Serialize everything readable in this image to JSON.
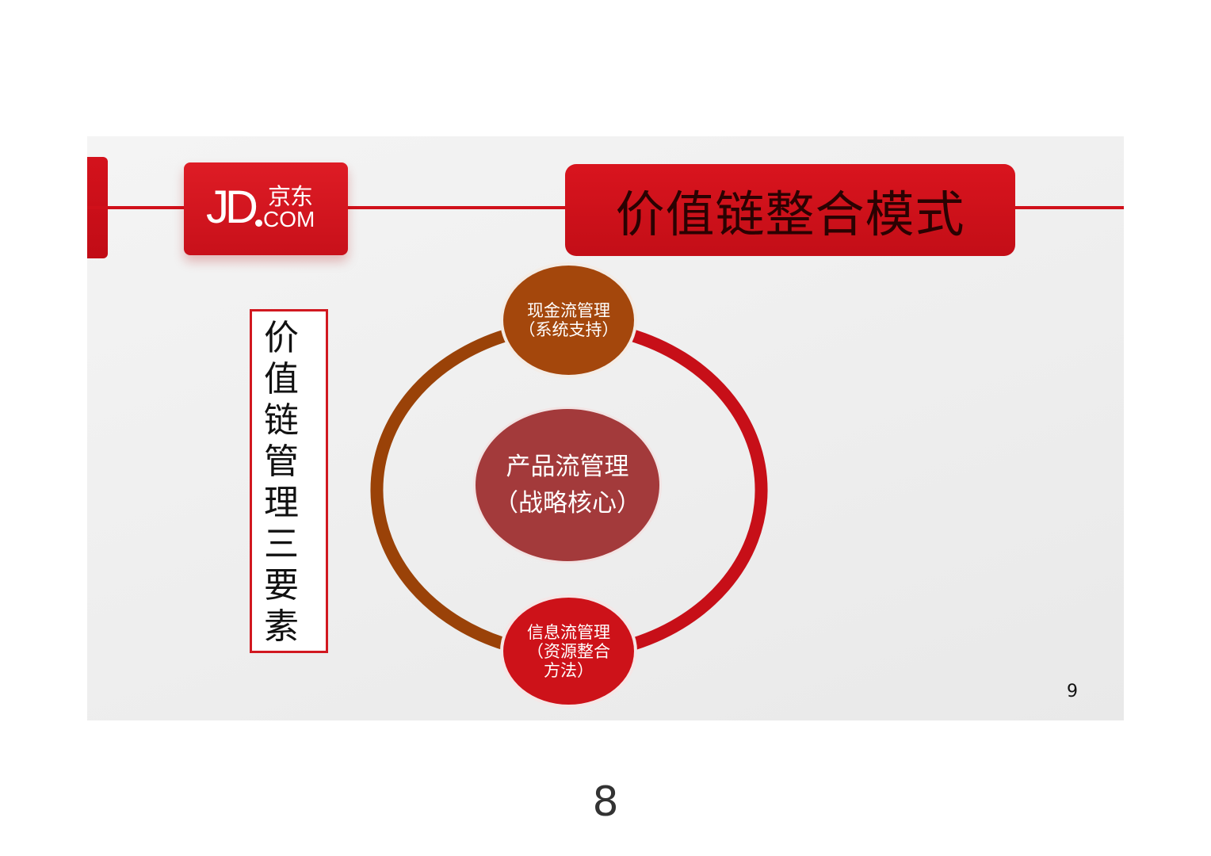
{
  "logo": {
    "mark": "JD",
    "cn": "京东",
    "com": "COM"
  },
  "title": "价值链整合模式",
  "side_title": "价值链管理三要素",
  "cycle": {
    "top": {
      "line1": "现金流管理",
      "line2": "（系统支持）"
    },
    "center": {
      "line1": "产品流管理",
      "line2": "（战略核心）"
    },
    "bottom": {
      "line1": "信息流管理",
      "line2": "（资源整合",
      "line3": "方法）"
    }
  },
  "colors": {
    "brand_red": "#d0101a",
    "cash_flow_brown": "#a4470c",
    "arc_brown": "#9a4208",
    "product_flow": "#a33a3b",
    "info_flow_red": "#cd1219"
  },
  "slide_number": "9",
  "page_number": "8"
}
